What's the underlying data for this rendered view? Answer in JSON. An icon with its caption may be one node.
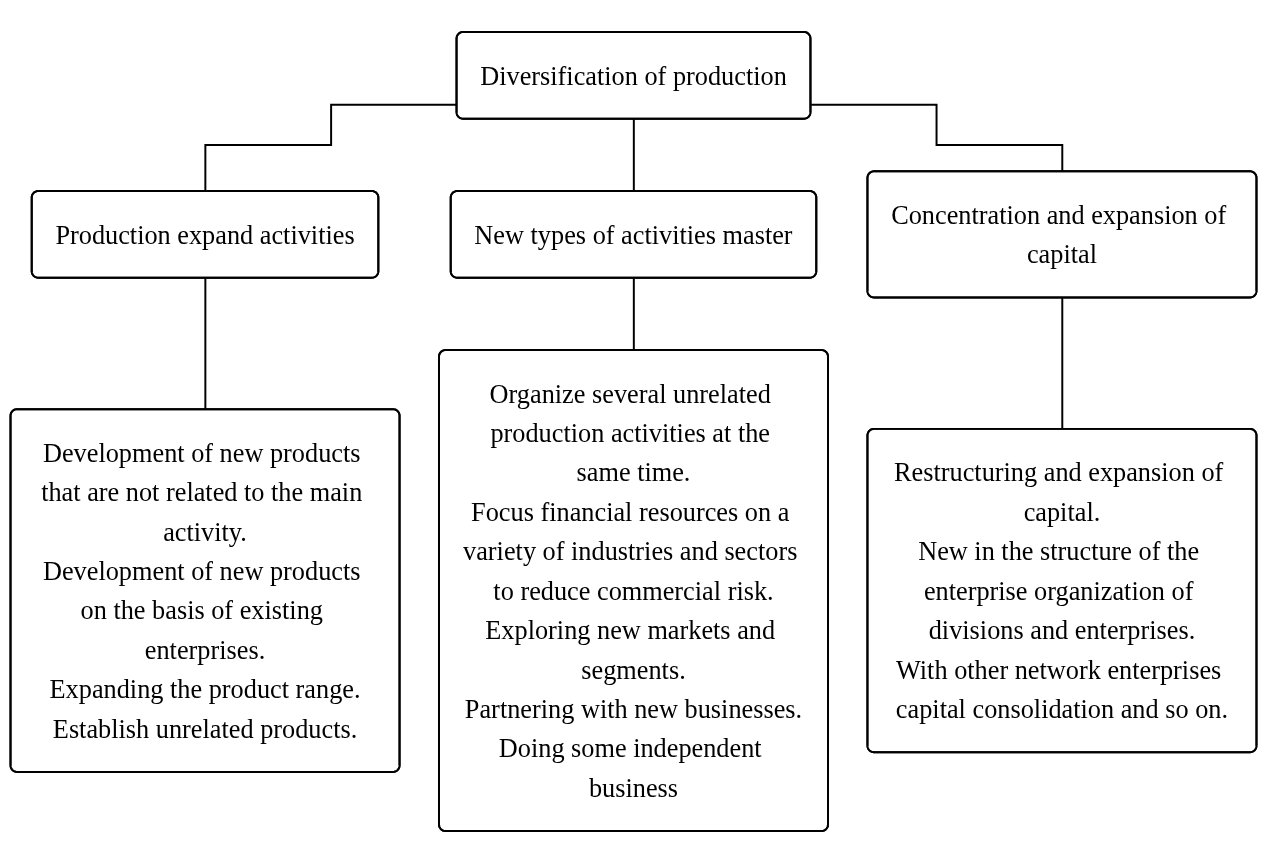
{
  "diagram": {
    "nodes": [
      {
        "text": [
          "Diversification of production"
        ]
      },
      {
        "text": [
          "Production expand activities"
        ]
      },
      {
        "text": [
          "New types of activities master"
        ]
      },
      {
        "text": [
          "Concentration and expansion of capital"
        ]
      },
      {
        "text": [
          "Development of new products that are not related to the main activity.",
          "Development of new products on the basis of existing enterprises.",
          "Expanding the product range.",
          "Establish unrelated products."
        ]
      },
      {
        "text": [
          "Organize several unrelated production activities at the same time.",
          "Focus financial resources on a variety of industries and sectors to reduce commercial risk.",
          "Exploring new markets and segments.",
          "Partnering with new businesses.",
          "Doing some independent business"
        ]
      },
      {
        "text": [
          "Restructuring and expansion of capital.",
          "New in the structure of the enterprise organization of divisions and enterprises.",
          "With other network enterprises capital consolidation and so on."
        ]
      }
    ],
    "edges": [
      {
        "from": 0,
        "to": 1,
        "arrow": "none"
      },
      {
        "from": 0,
        "to": 2,
        "arrow": "none"
      },
      {
        "from": 0,
        "to": 3,
        "arrow": "none"
      },
      {
        "from": 1,
        "to": 4,
        "arrow": "none"
      },
      {
        "from": 2,
        "to": 5,
        "arrow": "none"
      },
      {
        "from": 3,
        "to": 6,
        "arrow": "none"
      }
    ]
  }
}
